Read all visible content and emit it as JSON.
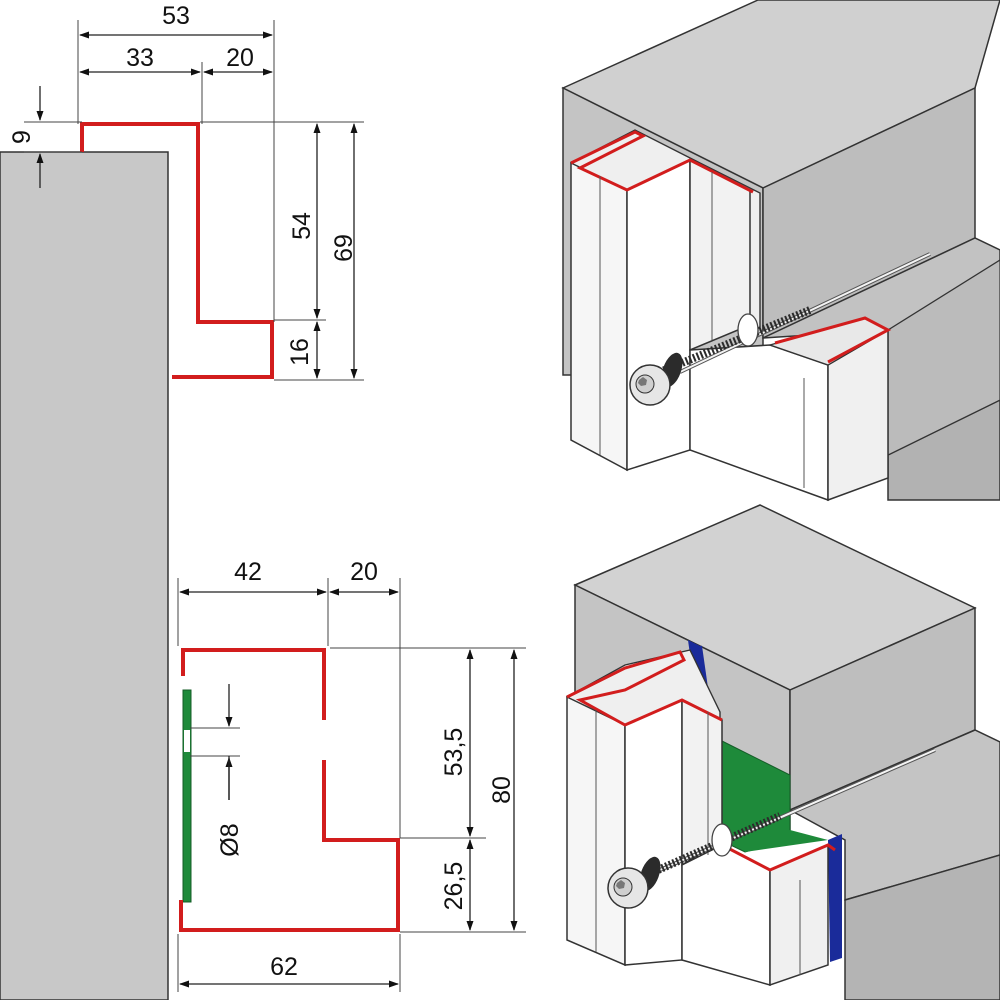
{
  "top_profile": {
    "dimensions": {
      "total_width": "53",
      "inner_width": "33",
      "step_width": "20",
      "lip_height": "9",
      "upper_height": "54",
      "lower_height": "16",
      "total_height": "69"
    }
  },
  "bottom_profile": {
    "dimensions": {
      "inner_width": "42",
      "step_width": "20",
      "upper_height": "53,5",
      "total_height": "80",
      "lower_height": "26,5",
      "hole_diameter": "Ø8",
      "total_width": "62"
    }
  },
  "colors": {
    "profile_edge": "#d21d1d",
    "wall_gray": "#c8c8c8",
    "seal_green": "#1e8a3a",
    "seal_blue": "#1a2b9a",
    "screw_dark": "#2b2b2b"
  }
}
